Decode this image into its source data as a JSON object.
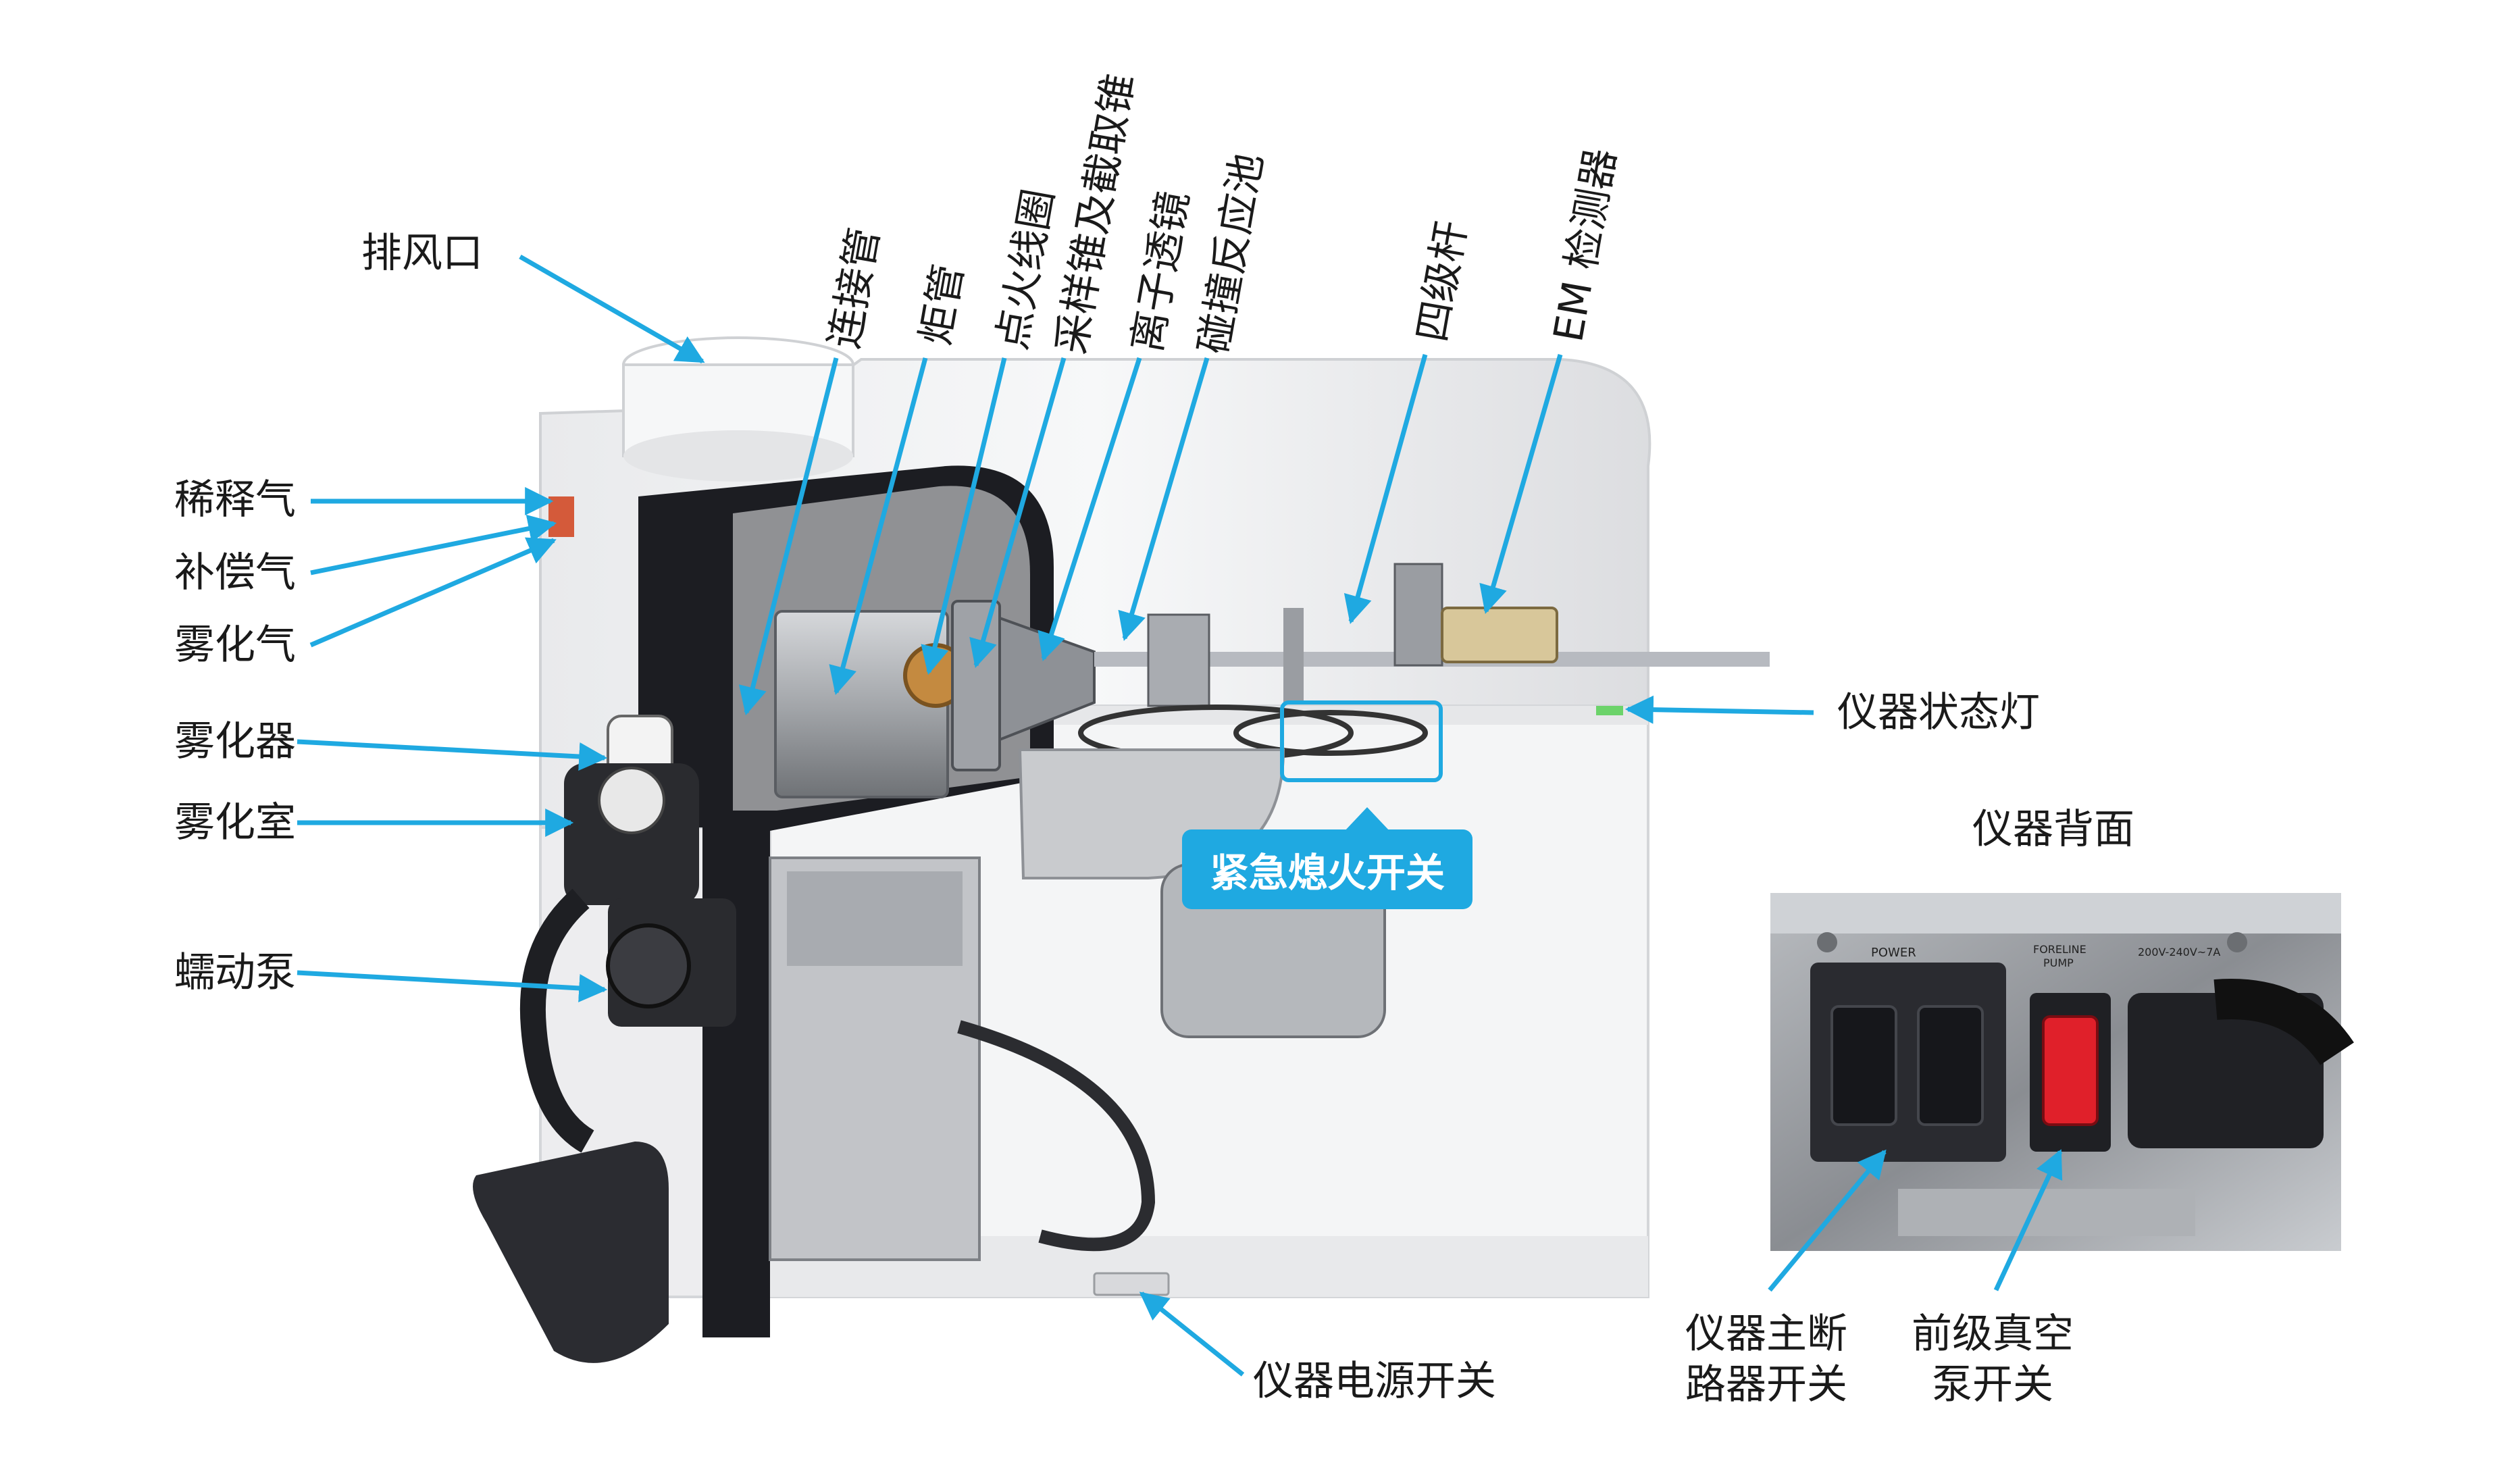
{
  "labels": {
    "exhaust": "排风口",
    "dilution_gas": "稀释气",
    "makeup_gas": "补偿气",
    "nebulizer_gas": "雾化气",
    "nebulizer": "雾化器",
    "spray_chamber": "雾化室",
    "peristaltic_pump": "蠕动泵",
    "connector_tube": "连接管",
    "torch": "炬管",
    "ignition_coil": "点火线圈",
    "sampling_skimmer_cones": "采样锥及截取锥",
    "ion_lens": "离子透镜",
    "collision_cell": "碰撞反应池",
    "quadrupole": "四级杆",
    "em_detector": "EM 检测器",
    "status_light": "仪器状态灯",
    "emergency_switch": "紧急熄火开关",
    "power_switch": "仪器电源开关",
    "rear_title": "仪器背面",
    "breaker_switch_line1": "仪器主断",
    "breaker_switch_line2": "路器开关",
    "foreline_pump_line1": "前级真空",
    "foreline_pump_line2": "泵开关"
  },
  "rear_panel": {
    "power_label": "POWER",
    "foreline_label_1": "FORELINE",
    "foreline_label_2": "PUMP",
    "voltage_label": "200V-240V~7A"
  },
  "colors": {
    "arrow": "#1fa9e1",
    "instrument_body": "#f2f3f5",
    "dark_panel": "#1c1d22",
    "rocker_red": "#e0202a",
    "status_led": "#6cd36a"
  }
}
